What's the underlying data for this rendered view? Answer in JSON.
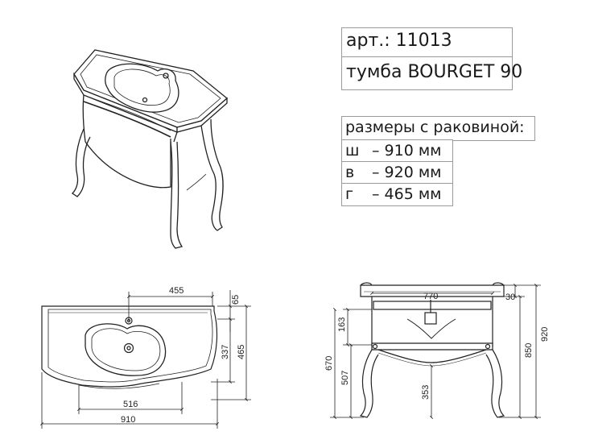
{
  "info": {
    "article": "арт.: 11013",
    "product": "тумба BOURGET 90",
    "sizes_heading": "размеры с раковиной:",
    "sizes": [
      {
        "key": "ш",
        "value": "– 910 мм"
      },
      {
        "key": "в",
        "value": "– 920 мм"
      },
      {
        "key": "г",
        "value": "– 465 мм"
      }
    ]
  },
  "top_view": {
    "dims": {
      "w455": "455",
      "d65": "65",
      "d337": "337",
      "d465": "465",
      "w516": "516",
      "w910": "910"
    }
  },
  "front_view": {
    "dims": {
      "w770": "770",
      "d30": "30",
      "h163": "163",
      "h670": "670",
      "h507": "507",
      "h353": "353",
      "h850": "850",
      "h920": "920"
    }
  }
}
